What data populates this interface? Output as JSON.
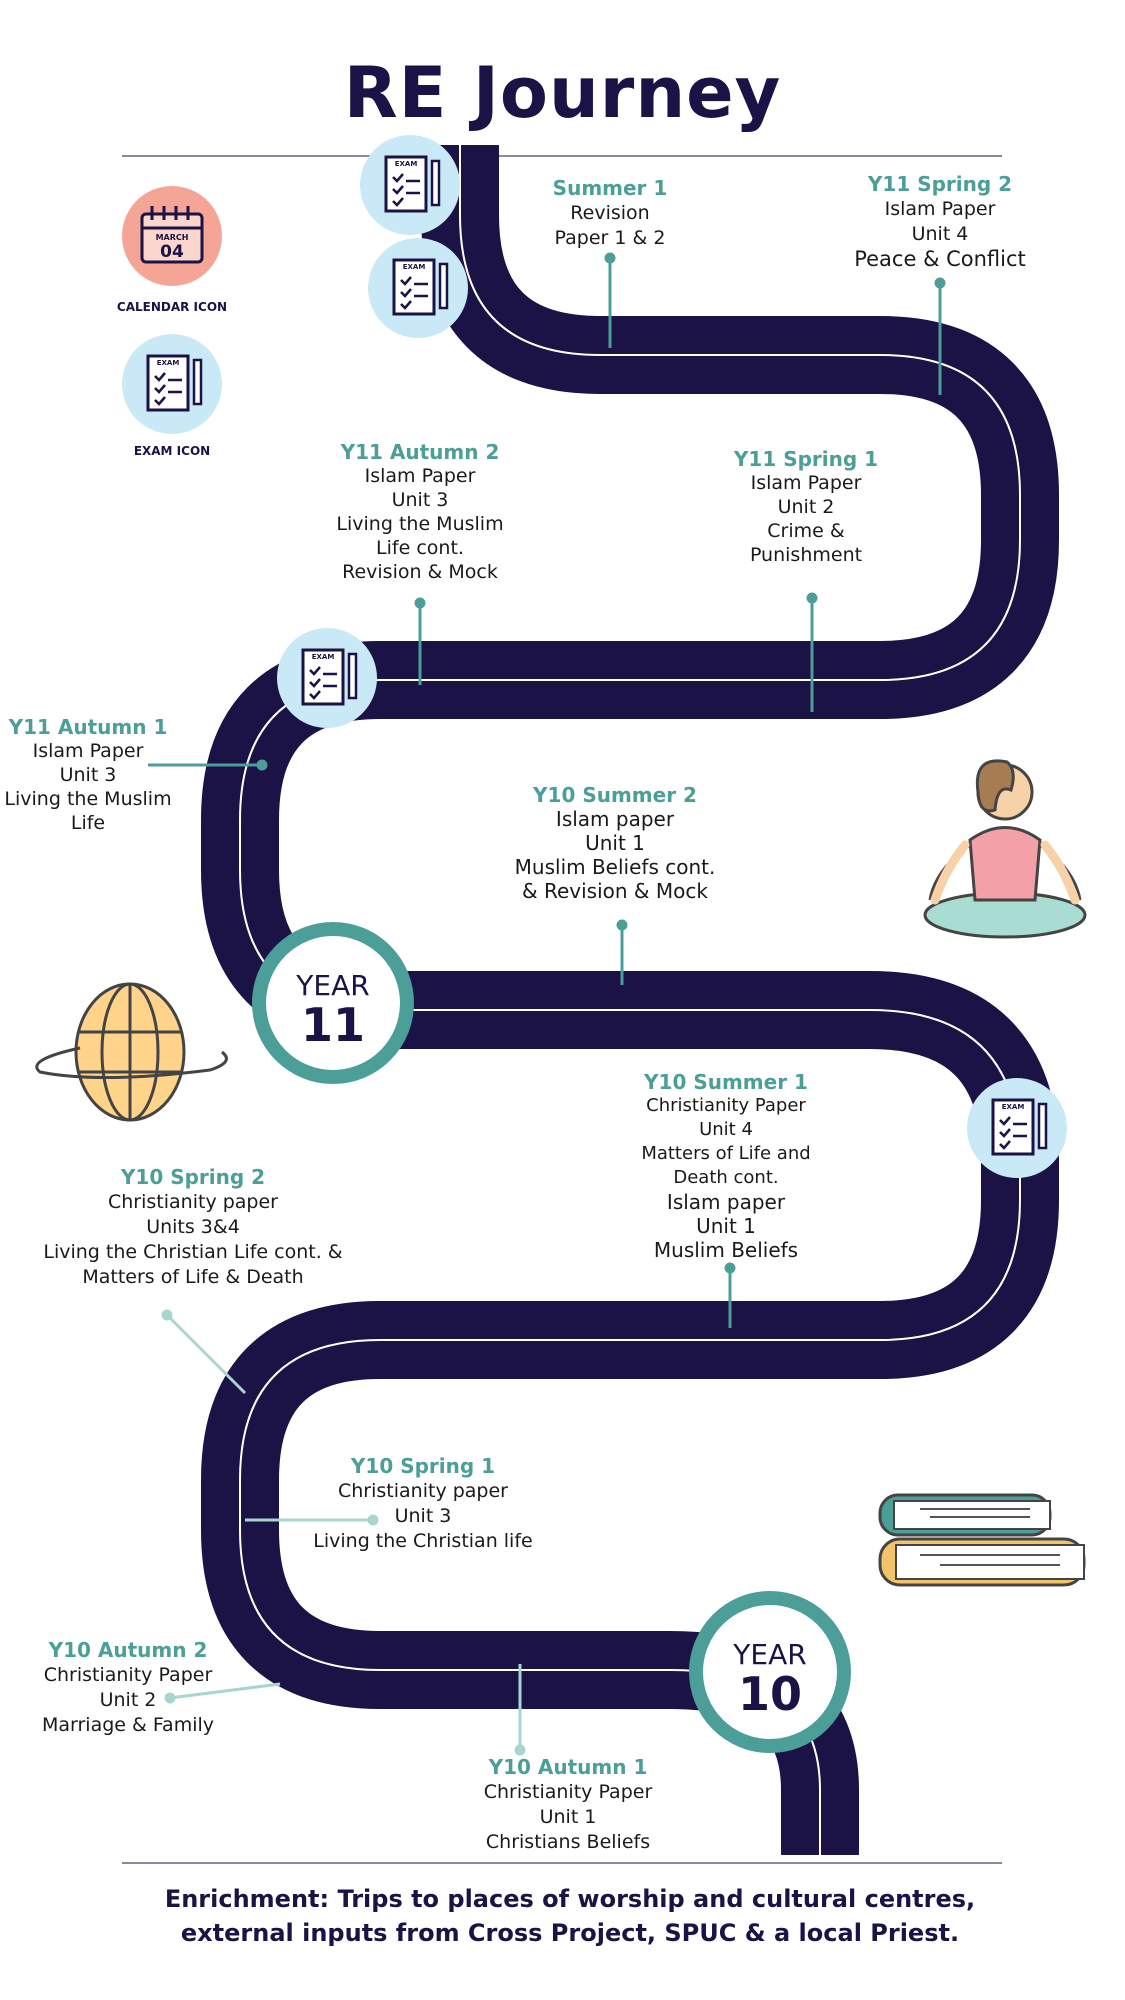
{
  "title": "RE  Journey",
  "legend": {
    "calendar_month": "MARCH",
    "calendar_day": "04",
    "calendar_label": "CALENDAR ICON",
    "exam_label": "EXAM ICON",
    "exam_badge_text": "EXAM"
  },
  "year11": {
    "label": "YEAR",
    "number": "11"
  },
  "year10": {
    "label": "YEAR",
    "number": "10"
  },
  "stages": [
    {
      "id": "summer1",
      "heading": "Summer 1",
      "lines": [
        "Revision",
        "Paper 1 & 2"
      ]
    },
    {
      "id": "y11spring2",
      "heading": "Y11 Spring 2",
      "lines": [
        "Islam Paper",
        "Unit 4",
        "Peace & Conflict"
      ]
    },
    {
      "id": "y11autumn2",
      "heading": "Y11 Autumn 2",
      "lines": [
        "Islam Paper",
        "Unit 3",
        "Living the Muslim",
        "Life cont.",
        "Revision  & Mock"
      ]
    },
    {
      "id": "y11spring1",
      "heading": "Y11 Spring 1",
      "lines": [
        "Islam Paper",
        "Unit 2",
        "Crime &",
        "Punishment"
      ]
    },
    {
      "id": "y11autumn1",
      "heading": "Y11 Autumn 1",
      "lines": [
        "Islam Paper",
        "Unit 3",
        "Living the Muslim",
        "Life"
      ]
    },
    {
      "id": "y10summer2",
      "heading": "Y10 Summer 2",
      "lines": [
        "Islam paper",
        "Unit 1",
        "Muslim Beliefs cont.",
        "& Revision & Mock"
      ]
    },
    {
      "id": "y10summer1",
      "heading": "Y10 Summer 1",
      "lines": [
        "Christianity Paper",
        "Unit 4",
        "Matters of Life and",
        "Death cont.",
        "Islam paper",
        "Unit 1",
        "Muslim Beliefs"
      ]
    },
    {
      "id": "y10spring2",
      "heading": "Y10 Spring  2",
      "lines": [
        "Christianity paper",
        "Units 3&4",
        "Living the Christian Life cont. &",
        "Matters of Life & Death"
      ]
    },
    {
      "id": "y10spring1",
      "heading": "Y10 Spring  1",
      "lines": [
        "Christianity paper",
        "Unit 3",
        "Living the Christian life"
      ]
    },
    {
      "id": "y10autumn2",
      "heading": "Y10 Autumn 2",
      "lines": [
        "Christianity Paper",
        "Unit 2",
        "Marriage & Family"
      ]
    },
    {
      "id": "y10autumn1",
      "heading": "Y10 Autumn 1",
      "lines": [
        "Christianity Paper",
        "Unit 1",
        "Christians Beliefs"
      ]
    }
  ],
  "enrichment": "Enrichment: Trips to places of worship and cultural centres, external inputs from Cross Project, SPUC & a local Priest.",
  "colors": {
    "road": "#1b1245",
    "teal": "#4c9e98",
    "exam_bg": "#c9e9f6",
    "calendar_bg": "#f4a596"
  }
}
